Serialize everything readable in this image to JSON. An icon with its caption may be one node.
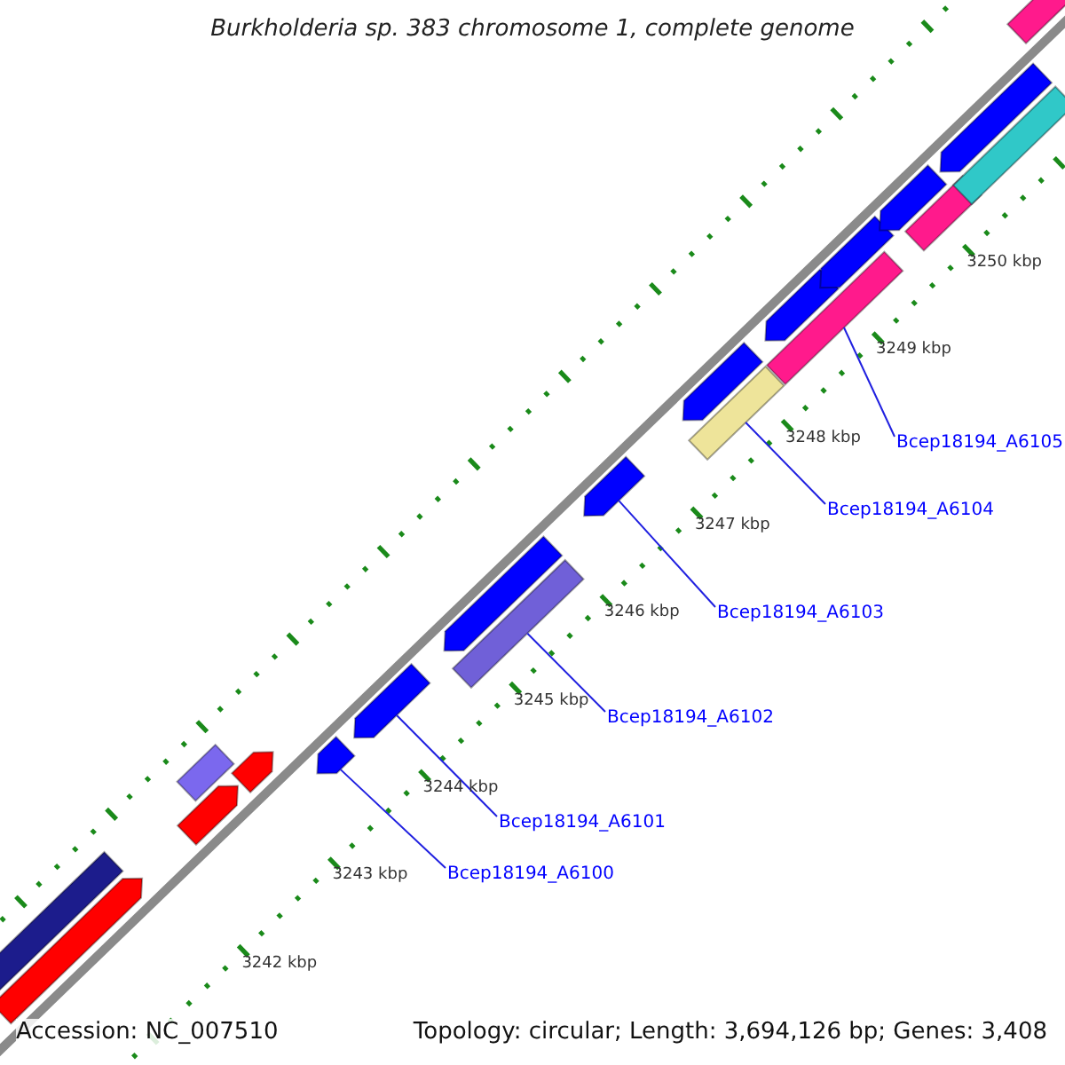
{
  "diagram": {
    "title": "Burkholderia sp. 383 chromosome 1, complete genome",
    "nodes": [
      {
        "text": [
          "Bcep18194_A6100"
        ]
      },
      {
        "text": [
          "Bcep18194_A6101"
        ]
      },
      {
        "text": [
          "Bcep18194_A6102"
        ]
      },
      {
        "text": [
          "Bcep18194_A6103"
        ]
      },
      {
        "text": [
          "Bcep18194_A6104"
        ]
      },
      {
        "text": [
          "Bcep18194_A6105"
        ]
      },
      {
        "text": [],
        "shape": "bar"
      },
      {
        "text": [],
        "shape": "bar"
      },
      {
        "text": [],
        "shape": "bar"
      },
      {
        "text": [],
        "shape": "bar"
      },
      {
        "text": [],
        "shape": "bar"
      },
      {
        "text": [],
        "shape": "bar"
      },
      {
        "text": [],
        "shape": "bar"
      },
      {
        "text": [],
        "shape": "bar"
      },
      {
        "text": [],
        "shape": "bar"
      },
      {
        "text": [],
        "shape": "bar"
      },
      {
        "text": [],
        "shape": "bar"
      },
      {
        "text": [],
        "shape": "bar"
      },
      {
        "text": [],
        "shape": "bar"
      },
      {
        "text": [],
        "shape": "bar"
      },
      {
        "text": [],
        "shape": "bar"
      },
      {
        "text": [],
        "shape": "bar"
      },
      {
        "text": [],
        "shape": "bar"
      },
      {
        "text": [],
        "shape": "bar"
      },
      {
        "text": [],
        "shape": "bar"
      },
      {
        "text": [],
        "shape": "bar"
      }
    ],
    "edges": [
      {
        "from": 0,
        "to": 6,
        "arrow": "none"
      },
      {
        "from": 1,
        "to": 7,
        "arrow": "none"
      },
      {
        "from": 2,
        "to": 8,
        "arrow": "none"
      },
      {
        "from": 3,
        "to": 9,
        "arrow": "none"
      },
      {
        "from": 4,
        "to": 10,
        "arrow": "none"
      },
      {
        "from": 5,
        "to": 11,
        "arrow": "none"
      }
    ],
    "labels": [
      "3250 kbp",
      "3249 kbp",
      "3248 kbp",
      "3247 kbp",
      "3246 kbp",
      "3245 kbp",
      "3244 kbp",
      "3243 kbp",
      "3242 kbp",
      "Accession: NC_007510",
      "Topology: circular; Length: 3,694,126 bp; Genes: 3,408"
    ]
  }
}
